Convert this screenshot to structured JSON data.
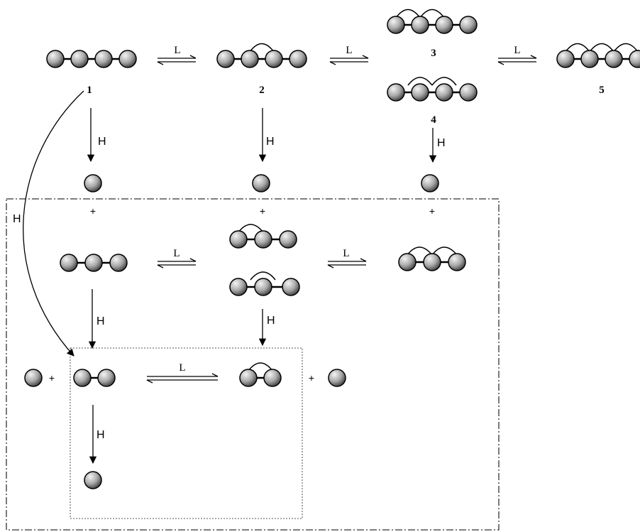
{
  "labels": {
    "compound_1": "1",
    "compound_2": "2",
    "compound_3": "3",
    "compound_4": "4",
    "compound_5": "5",
    "ligand": "L",
    "hydrolysis": "H",
    "plus": "+"
  },
  "colors": {
    "sphere_light": "#f4f4f4",
    "sphere_mid": "#a8a8a8",
    "sphere_dark": "#3a3a3a",
    "line": "#000000",
    "dashdot_box": "#333333",
    "dotted_box": "#777777"
  }
}
